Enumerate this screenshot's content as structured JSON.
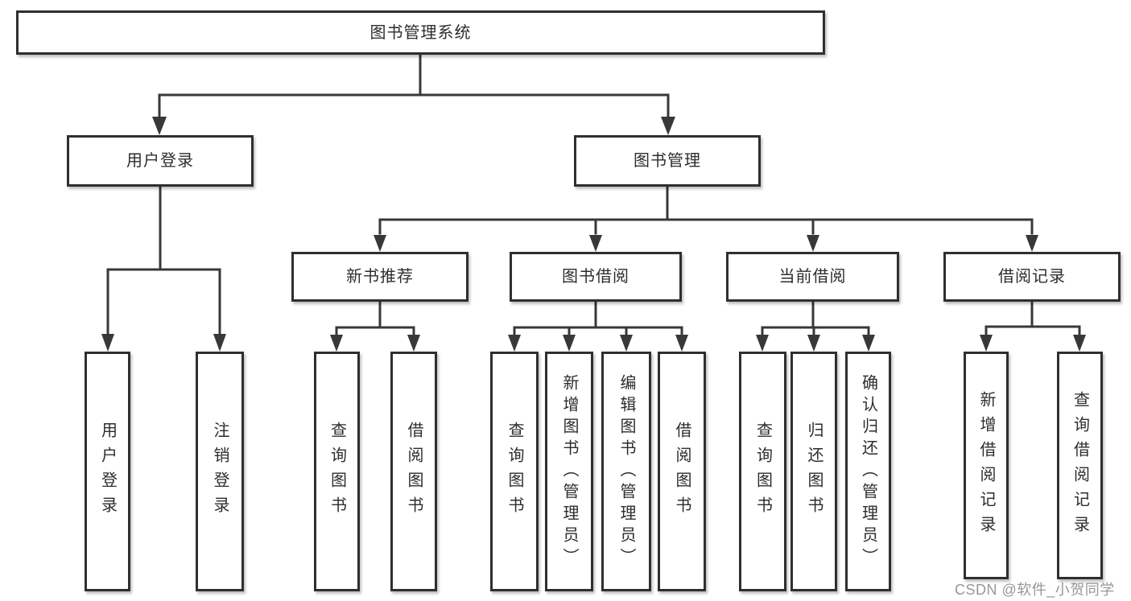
{
  "colors": {
    "background": "#ffffff",
    "line": "#383838",
    "box_border": "#2f2f2f",
    "box_fill": "#ffffff",
    "text": "#2d2d2d",
    "watermark": "#8c8c8c"
  },
  "diagram": {
    "type": "tree",
    "root": {
      "label": "图书管理系统"
    },
    "level2": [
      {
        "label": "用户登录"
      },
      {
        "label": "图书管理"
      }
    ],
    "level3": [
      {
        "label": "新书推荐"
      },
      {
        "label": "图书借阅"
      },
      {
        "label": "当前借阅"
      },
      {
        "label": "借阅记录"
      }
    ],
    "leaves": {
      "user_login": [
        {
          "label": "用户登录"
        },
        {
          "label": "注销登录"
        }
      ],
      "new_book_recommend": [
        {
          "label": "查询图书"
        },
        {
          "label": "借阅图书"
        }
      ],
      "book_borrow": [
        {
          "label": "查询图书"
        },
        {
          "label": "新增图书（管理员）"
        },
        {
          "label": "编辑图书（管理员）"
        },
        {
          "label": "借阅图书"
        }
      ],
      "current_borrow": [
        {
          "label": "查询图书"
        },
        {
          "label": "归还图书"
        },
        {
          "label": "确认归还（管理员）"
        }
      ],
      "borrow_record": [
        {
          "label": "新增借阅记录"
        },
        {
          "label": "查询借阅记录"
        }
      ]
    }
  },
  "watermark": {
    "text": "CSDN @软件_小贺同学"
  }
}
